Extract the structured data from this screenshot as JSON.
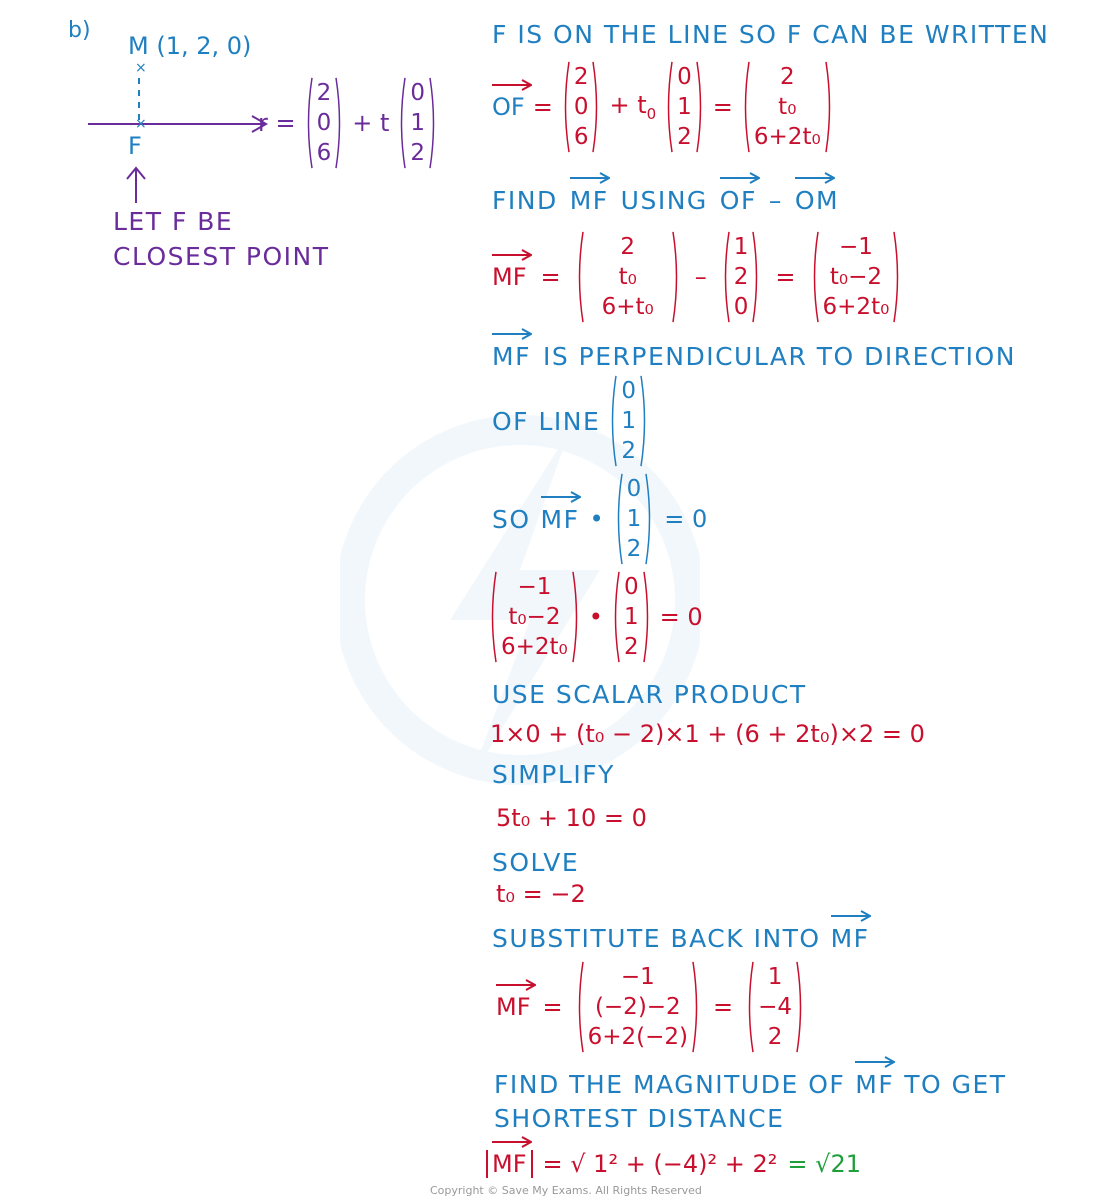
{
  "label_b": "b)",
  "diagram": {
    "m_label": "M (1, 2, 0)",
    "f_label": "F",
    "r_eq": "r =",
    "plus_t": "+ t",
    "line_point": [
      "2",
      "0",
      "6"
    ],
    "line_dir": [
      "0",
      "1",
      "2"
    ],
    "note_line1": "LET F BE",
    "note_line2": "CLOSEST POINT"
  },
  "steps": {
    "s1_text": "F IS ON THE LINE SO F CAN BE WRITTEN",
    "s1_lhs": "OF",
    "s1_eq": "=",
    "s1_v1": [
      "2",
      "0",
      "6"
    ],
    "s1_plus": "+ t",
    "s1_sub": "0",
    "s1_v2": [
      "0",
      "1",
      "2"
    ],
    "s1_v3": [
      "2",
      "t₀",
      "6+2t₀"
    ],
    "s2_text_pre": "FIND",
    "s2_text_vec1": "MF",
    "s2_text_mid": "USING",
    "s2_text_vec2": "OF",
    "s2_text_minus": "–",
    "s2_text_vec3": "OM",
    "s2_lhs": "MF",
    "s2_v1": [
      "2",
      "t₀",
      "6+t₀"
    ],
    "s2_minus": "–",
    "s2_v2": [
      "1",
      "2",
      "0"
    ],
    "s2_v3": [
      "−1",
      "t₀−2",
      "6+2t₀"
    ],
    "s3_vec": "MF",
    "s3_text": "IS PERPENDICULAR TO DIRECTION",
    "s3_text2": "OF LINE",
    "s3_dir": [
      "0",
      "1",
      "2"
    ],
    "s4_so": "SO",
    "s4_vec": "MF",
    "s4_dot": "•",
    "s4_dir": [
      "0",
      "1",
      "2"
    ],
    "s4_eq": "= 0",
    "s5_v1": [
      "−1",
      "t₀−2",
      "6+2t₀"
    ],
    "s5_dot": "•",
    "s5_v2": [
      "0",
      "1",
      "2"
    ],
    "s5_eq": "= 0",
    "s6_text": "USE SCALAR PRODUCT",
    "s6_eq": "1×0 + (t₀ − 2)×1   + (6 + 2t₀)×2 = 0",
    "s7_text": "SIMPLIFY",
    "s7_eq": "5t₀ + 10 = 0",
    "s8_text": "SOLVE",
    "s8_eq": "t₀  = −2",
    "s9_text": "SUBSTITUTE BACK INTO",
    "s9_vec": "MF",
    "s9_lhs": "MF",
    "s9_v1": [
      "−1",
      "(−2)−2",
      "6+2(−2)"
    ],
    "s9_v2": [
      "1",
      "−4",
      "2"
    ],
    "s10_text1_pre": "FIND THE MAGNITUDE OF",
    "s10_vec": "MF",
    "s10_text1_post": "TO GET",
    "s10_text2": "SHORTEST DISTANCE",
    "s11_lhs": "MF",
    "s11_eq": "= √ 1² + (−4)² + 2²",
    "s11_result": "= √21"
  },
  "copyright": "Copyright © Save My Exams. All Rights Reserved",
  "colors": {
    "blue": "#1f7fc0",
    "red": "#c8102e",
    "purple": "#6a2c9a",
    "green": "#1f9e3a"
  }
}
